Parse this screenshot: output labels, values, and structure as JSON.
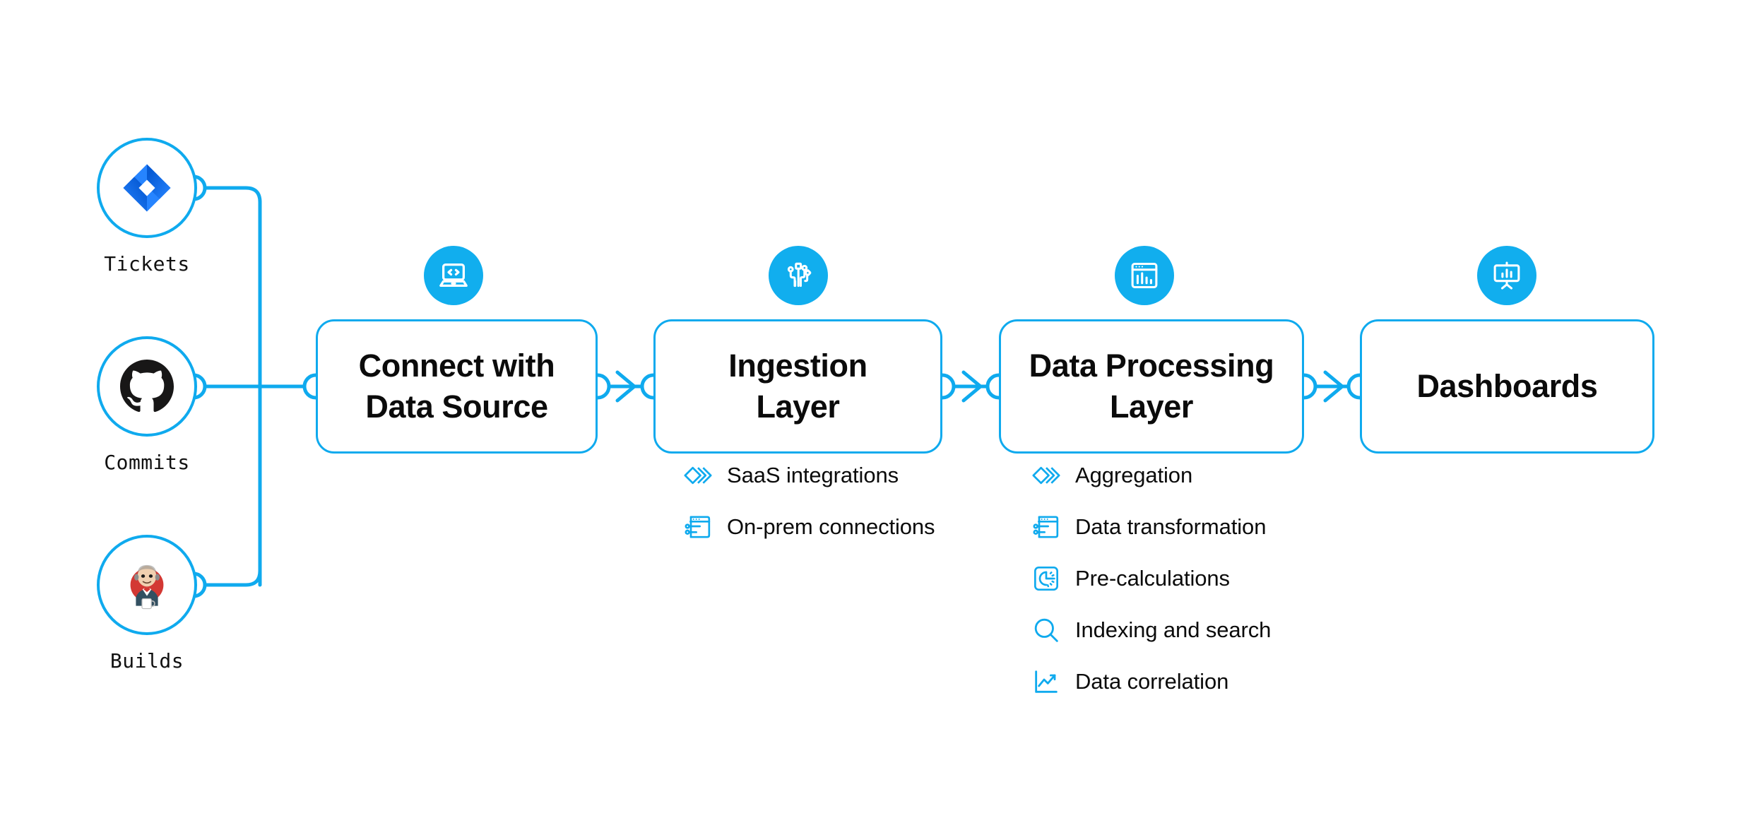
{
  "theme": {
    "accent": "#0FAAEE",
    "badge_fill": "#11AEEE",
    "text": "#0b0b0b",
    "background": "#ffffff",
    "jira_blue": "#2684FF",
    "jira_blue_light": "#2684FF",
    "github_black": "#181717",
    "jenkins_red": "#D33833"
  },
  "sources": [
    {
      "label": "Tickets",
      "icon": "jira-icon"
    },
    {
      "label": "Commits",
      "icon": "github-icon"
    },
    {
      "label": "Builds",
      "icon": "jenkins-icon"
    }
  ],
  "stages": [
    {
      "title": "Connect with Data Source",
      "title_line1": "Connect with",
      "title_line2": "Data Source",
      "badge_icon": "laptop-code-icon",
      "features": []
    },
    {
      "title": "Ingestion Layer",
      "title_line1": "Ingestion",
      "title_line2": "Layer",
      "badge_icon": "circuit-nodes-icon",
      "features": [
        {
          "label": "SaaS integrations",
          "icon": "layered-chevrons-icon"
        },
        {
          "label": "On-prem connections",
          "icon": "browser-sliders-icon"
        }
      ]
    },
    {
      "title": "Data Processing Layer",
      "title_line1": "Data Processing",
      "title_line2": "Layer",
      "badge_icon": "browser-barchart-icon",
      "features": [
        {
          "label": "Aggregation",
          "icon": "layered-chevrons-icon"
        },
        {
          "label": "Data transformation",
          "icon": "browser-sliders-icon"
        },
        {
          "label": "Pre-calculations",
          "icon": "gauge-square-icon"
        },
        {
          "label": "Indexing and search",
          "icon": "magnifier-icon"
        },
        {
          "label": "Data correlation",
          "icon": "line-chart-icon"
        }
      ]
    },
    {
      "title": "Dashboards",
      "title_line1": "Dashboards",
      "title_line2": "",
      "badge_icon": "presentation-chart-icon",
      "features": []
    }
  ],
  "connectors": {
    "arrow_icon": "arrow-right-icon",
    "port_icon": "connector-port-icon"
  }
}
